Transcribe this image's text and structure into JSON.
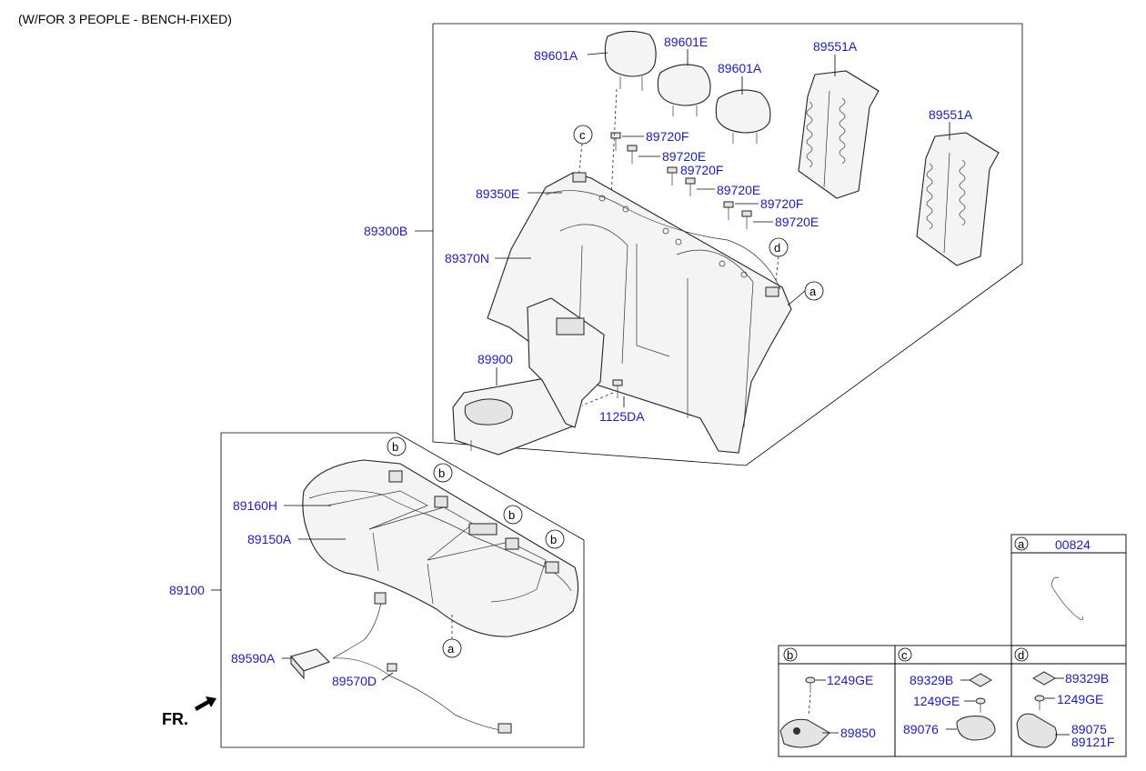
{
  "title": "(W/FOR 3 PEOPLE - BENCH-FIXED)",
  "direction_label": "FR.",
  "part_labels": {
    "headrest_left": "89601A",
    "headrest_center": "89601E",
    "headrest_right": "89601A",
    "back_frame_pad_1": "89551A",
    "back_frame_pad_2": "89551A",
    "guide_1": "89720F",
    "guide_2": "89720E",
    "guide_3": "89720F",
    "guide_4": "89720E",
    "guide_5": "89720F",
    "guide_6": "89720E",
    "back_cover": "89350E",
    "back_assembly": "89300B",
    "back_covering": "89370N",
    "armrest": "89900",
    "armrest_bolt": "1125DA",
    "cushion_assembly": "89100",
    "cushion_covering": "89160H",
    "cushion_pad": "89150A",
    "module": "89590A",
    "wiring": "89570D"
  },
  "callouts": {
    "a": "a",
    "b": "b",
    "c": "c",
    "d": "d"
  },
  "detail_table": {
    "a": {
      "key": "a",
      "part": "00824"
    },
    "b": {
      "key": "b",
      "screw": "1249GE",
      "cover": "89850"
    },
    "c": {
      "key": "c",
      "pad": "89329B",
      "screw": "1249GE",
      "cover": "89076"
    },
    "d": {
      "key": "d",
      "pad": "89329B",
      "screw": "1249GE",
      "cover_1": "89075",
      "cover_2": "89121F"
    }
  }
}
